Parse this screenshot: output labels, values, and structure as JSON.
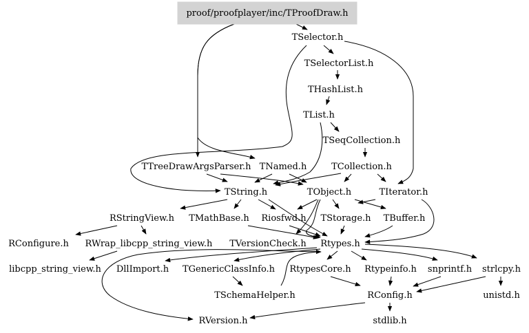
{
  "graph": {
    "title": "proof/proofplayer/inc/TProofDraw.h",
    "root_fill": "#d3d3d3",
    "nodes": {
      "tproofdraw": "proof/proofplayer/inc/TProofDraw.h",
      "tselector": "TSelector.h",
      "tselectorlist": "TSelectorList.h",
      "thashlist": "THashList.h",
      "tlist": "TList.h",
      "tseqcollection": "TSeqCollection.h",
      "ttreedrawargsparser": "TTreeDrawArgsParser.h",
      "tnamed": "TNamed.h",
      "tcollection": "TCollection.h",
      "tstring": "TString.h",
      "tobject": "TObject.h",
      "titerator": "TIterator.h",
      "rstringview": "RStringView.h",
      "tmathbase": "TMathBase.h",
      "riosfwd": "Riosfwd.h",
      "tstorage": "TStorage.h",
      "tbuffer": "TBuffer.h",
      "rconfigure": "RConfigure.h",
      "rwrap": "RWrap_libcpp_string_view.h",
      "tversioncheck": "TVersionCheck.h",
      "rtypes": "Rtypes.h",
      "libcpp": "libcpp_string_view.h",
      "dllimport": "DllImport.h",
      "tgenericclassinfo": "TGenericClassInfo.h",
      "rtypescore": "RtypesCore.h",
      "rtypeinfo": "Rtypeinfo.h",
      "snprintf": "snprintf.h",
      "strlcpy": "strlcpy.h",
      "tschemahelper": "TSchemaHelper.h",
      "rconfig": "RConfig.h",
      "unistd": "unistd.h",
      "rversion": "RVersion.h",
      "stdlib": "stdlib.h"
    }
  }
}
